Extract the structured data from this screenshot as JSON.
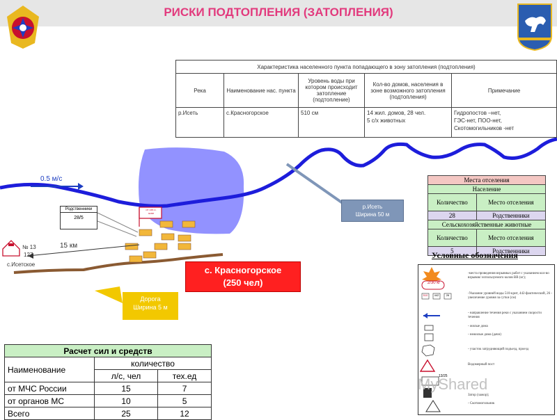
{
  "title": "РИСКИ ПОДТОПЛЕНИЯ (ЗАТОПЛЕНИЯ)",
  "characteristics_table": {
    "caption": "Характеристика населенного пункта попадающего в зону затопления (подтопления)",
    "headers": [
      "Река",
      "Наименование нас. пункта",
      "Уровень воды при котором происходит затопление (подтопление)",
      "Кол-во домов, населения в зоне возможного затопления (подтопления)",
      "Примечание"
    ],
    "row": {
      "river": "р.Исеть",
      "settlement": "с.Красногорское",
      "level": "510 см",
      "houses_line1": "14 жил. домов, 28 чел.",
      "houses_line2": "5 с/х животных",
      "note_line1": "Гидропостов –нет,",
      "note_line2": "ГЭС-нет, ПОО-нет,",
      "note_line3": "Скотомогильников -нет"
    }
  },
  "evacuation_table": {
    "title": "Места отселения",
    "population_label": "Население",
    "qty_label": "Количество",
    "place_label": "Место отселения",
    "population_qty": "28",
    "population_place": "Родственники",
    "animals_label": "Сельскохозяйственные животные",
    "animals_qty": "5",
    "animals_place": "Родственники"
  },
  "map": {
    "speed": "0.5 м/с",
    "distance": "15 км",
    "n13": "№ 13",
    "n127": "127",
    "neighbor_village": "с.Исетское",
    "relatives_box_title": "Родственники",
    "relatives_box_value": "28/5",
    "marker_text_1": "от огн.с.",
    "marker_text_2": "зоне",
    "village_name": "с. Красногорское",
    "village_population": "(250 чел)",
    "road_line1": "Дорога",
    "road_line2": "Ширина 5 м",
    "river_line1": "р.Исеть",
    "river_line2": "Ширина 50 м"
  },
  "forces_table": {
    "title": "Расчет сил и средств",
    "col_name": "Наименование",
    "col_qty": "количество",
    "sub_people": "л/с, чел",
    "sub_tech": "тех.ед",
    "rows": [
      {
        "name": "от МЧС России",
        "people": "15",
        "tech": "7"
      },
      {
        "name": "от органов МС",
        "people": "10",
        "tech": "5"
      },
      {
        "name": "Всего",
        "people": "25",
        "tech": "12"
      }
    ]
  },
  "legend": {
    "title": "Условные обозначения",
    "blast_value": "2/30 кг",
    "level_box_1": "510",
    "level_box_2": "442",
    "level_box_3": "26",
    "items": [
      "-места проведения взрывных работ с указанием кол-во взрывов/ используемого колов ВВ (кг);",
      "-Указание уровней воды 510-крит, 442-фактический, 26 - увеличение уровня за сутки (см)",
      "- направление течения реки с указанием скорости течения",
      "- жилые дома",
      "- нежилые дома (дачи)",
      "- участок затрудняющий подъезд, проезд",
      "Водомерный пост",
      "Затор (зажор);",
      "- Скотомогильник"
    ],
    "n_label": "13/25"
  },
  "watermark": "MyShared"
}
